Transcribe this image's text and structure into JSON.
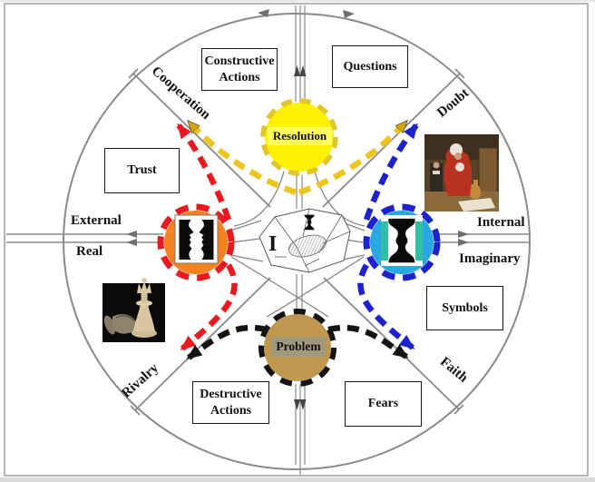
{
  "nodes": {
    "top": "Resolution",
    "bottom": "Problem"
  },
  "axes": {
    "left_top": "External",
    "left_bottom": "Real",
    "right_top": "Internal",
    "right_bottom": "Imaginary"
  },
  "diagonals": {
    "top_left": "Cooperation",
    "top_right": "Doubt",
    "bottom_left": "Rivalry",
    "bottom_right": "Faith"
  },
  "boxes": {
    "constructive_actions": "Constructive Actions",
    "questions": "Questions",
    "trust": "Trust",
    "symbols": "Symbols",
    "destructive_actions": "Destructive Actions",
    "fears": "Fears"
  },
  "center": {
    "self_label": "I"
  },
  "images": {
    "left_node": "rubin-faces-illusion",
    "right_node": "rubin-vase-illusion",
    "bottom_left": "chess-pieces-standing-queen-fallen-knight",
    "top_right": "painting-seated-figure-in-red-robe"
  },
  "colors": {
    "resolution_fill": "#fef104",
    "resolution_dash": "#e3c52e",
    "external_fill": "#f5821f",
    "external_dash": "#e81a1f",
    "internal_fill": "#2aa6e2",
    "internal_dash": "#1d23cc",
    "problem_fill": "#c0974f",
    "problem_dash": "#141414",
    "teal_accent": "#2fbfa3",
    "line_gray": "#8a8a8a"
  }
}
